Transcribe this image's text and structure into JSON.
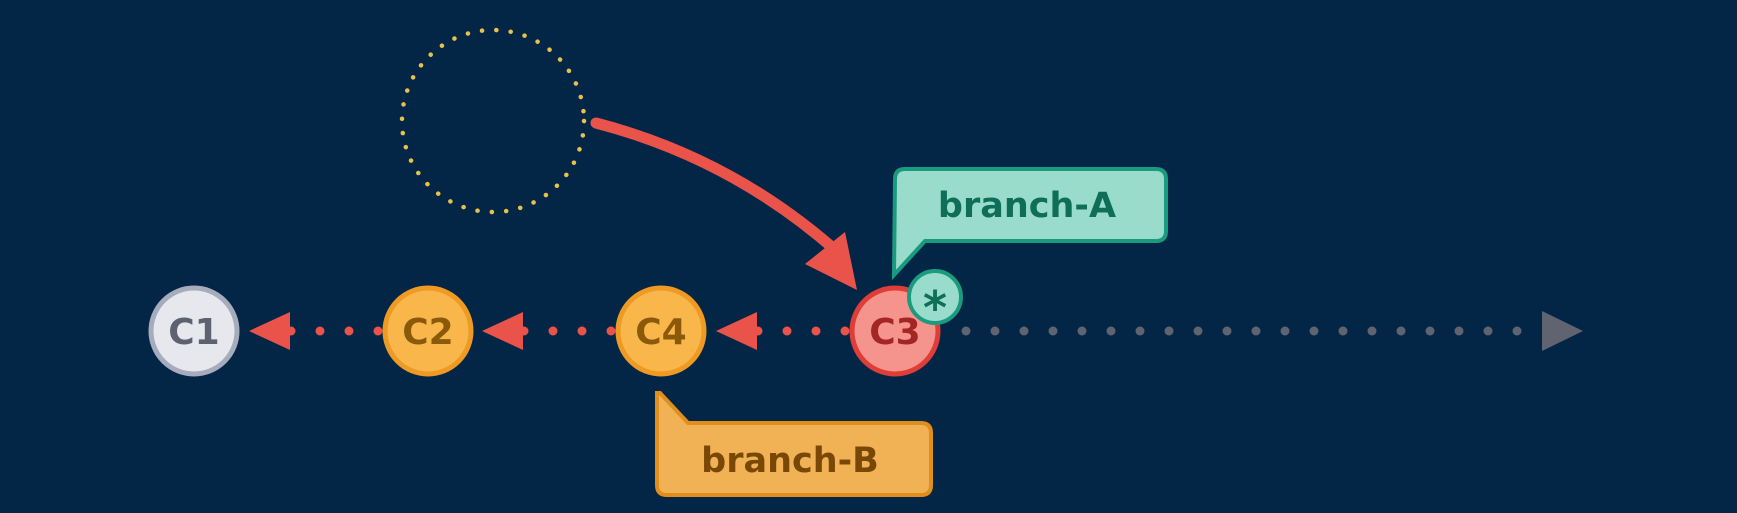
{
  "commits": [
    {
      "id": "c1",
      "label": "C1",
      "fill": "#e7e8ee",
      "stroke": "#a7acbc",
      "text": "#5d6170"
    },
    {
      "id": "c2",
      "label": "C2",
      "fill": "#f8b64b",
      "stroke": "#ee9a23",
      "text": "#8a5a0a"
    },
    {
      "id": "c4",
      "label": "C4",
      "fill": "#f8b64b",
      "stroke": "#ee9a23",
      "text": "#8a5a0a"
    },
    {
      "id": "c3",
      "label": "C3",
      "fill": "#f4948c",
      "stroke": "#df3d37",
      "text": "#a42624"
    }
  ],
  "branches": {
    "a": {
      "label": "branch-A",
      "fill": "#9adccb",
      "stroke": "#1a9a7e",
      "text": "#0e6e58"
    },
    "b": {
      "label": "branch-B",
      "fill": "#f0b255",
      "stroke": "#e08f1c",
      "text": "#7a4806"
    }
  },
  "head_marker": {
    "label": "*",
    "fill": "#9adccb",
    "stroke": "#1a9a7e",
    "text": "#0e6e58"
  },
  "colors": {
    "background": "#042646",
    "parent_link": "#e9534a",
    "future_line": "#5f6470",
    "placeholder_circle": "#e6c24d"
  }
}
